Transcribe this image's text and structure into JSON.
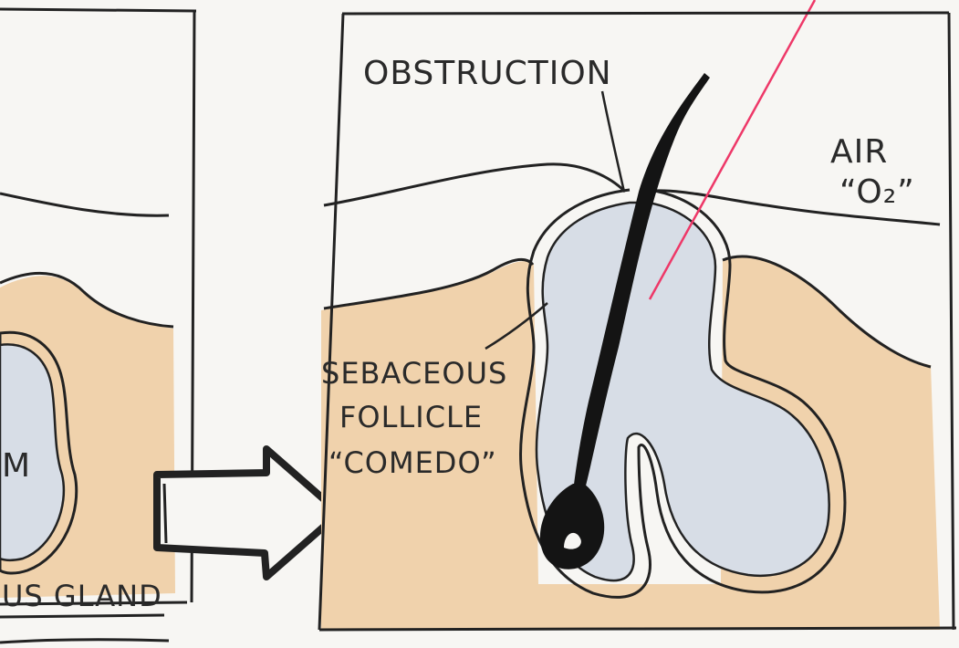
{
  "colors": {
    "paper": "#f7f6f3",
    "skin_tan": "#f0d2ac",
    "sebum_blue": "#d7dde6",
    "ink": "#222222",
    "hair": "#141414",
    "red_line": "#ee3868"
  },
  "left_panel": {
    "letter_label": "M",
    "gland_label": "US GLAND"
  },
  "right_panel": {
    "obstruction_label": "OBSTRUCTION",
    "air_label": "AIR",
    "oxygen_label": "“O₂”",
    "follicle_label_line1": "SEBACEOUS",
    "follicle_label_line2": "FOLLICLE",
    "follicle_label_line3": "“COMEDO”"
  },
  "arrow": {
    "direction": "right"
  }
}
